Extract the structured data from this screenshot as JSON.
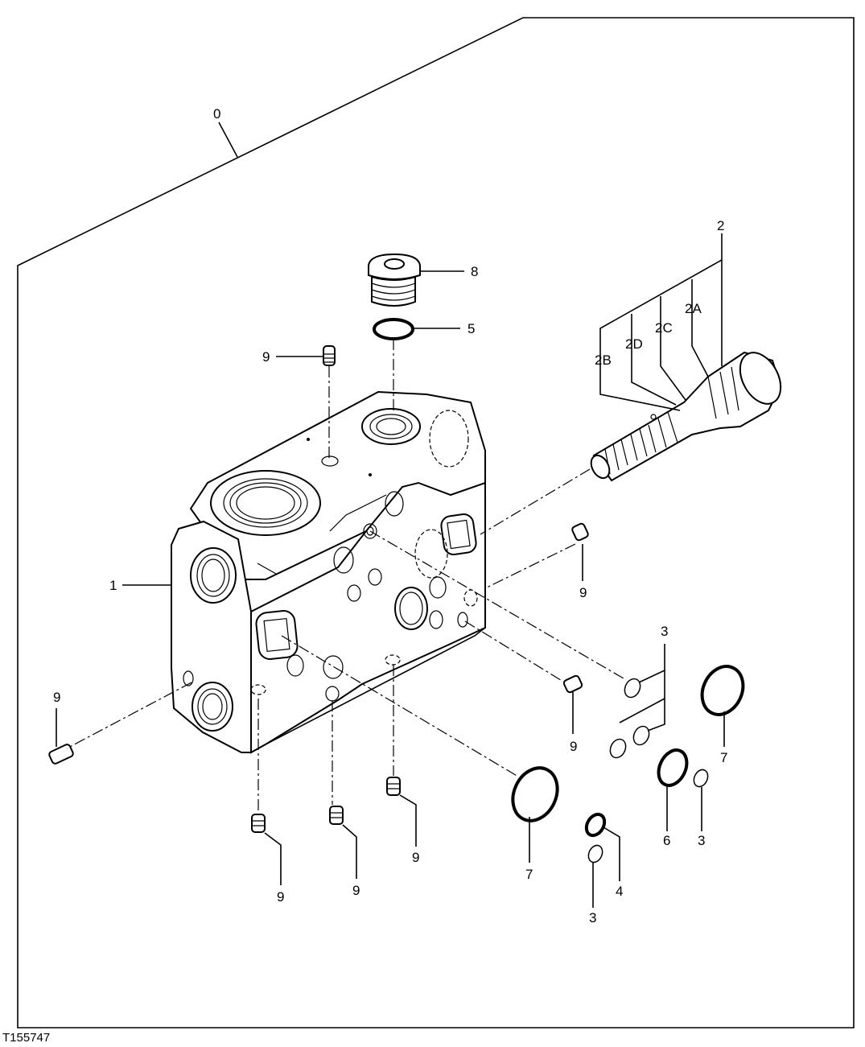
{
  "figure_id": "T155747",
  "callouts": {
    "c0": "0",
    "c1": "1",
    "c2": "2",
    "c2A": "2A",
    "c2B": "2B",
    "c2C": "2C",
    "c2D": "2D",
    "c3": "3",
    "c4": "4",
    "c5": "5",
    "c6": "6",
    "c7": "7",
    "c8": "8",
    "c9": "9"
  }
}
